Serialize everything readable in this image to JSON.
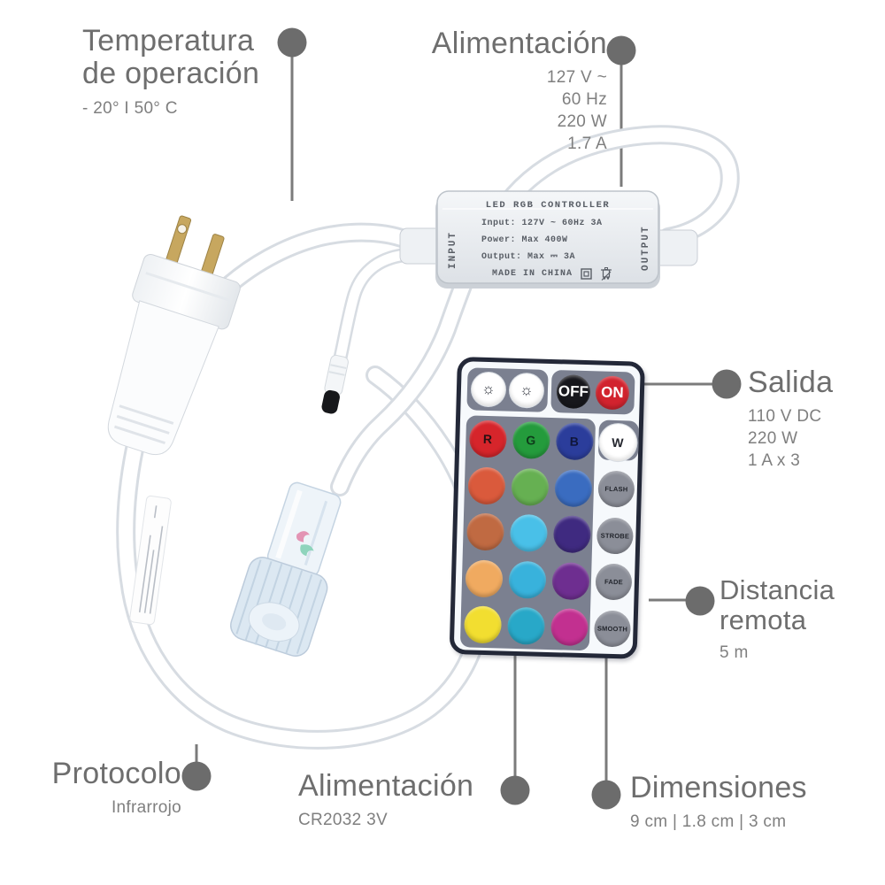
{
  "callouts": {
    "temperatura": {
      "title_line1": "Temperatura",
      "title_line2": "de operación",
      "value": "- 20° I 50° C"
    },
    "alimentacion_entrada": {
      "title": "Alimentación",
      "values": {
        "v": "127 V ~",
        "hz": "60 Hz",
        "w": "220 W",
        "a": "1.7 A"
      }
    },
    "salida": {
      "title": "Salida",
      "values": {
        "v": "110 V DC",
        "w": "220 W",
        "a": "1 A x 3"
      }
    },
    "distancia_remota": {
      "title_line1": "Distancia",
      "title_line2": "remota",
      "value": "5 m"
    },
    "protocolo": {
      "title": "Protocolo",
      "value": "Infrarrojo"
    },
    "alimentacion_control": {
      "title": "Alimentación",
      "value": "CR2032 3V"
    },
    "dimensiones": {
      "title": "Dimensiones",
      "value": "9 cm | 1.8 cm | 3 cm"
    }
  },
  "controller": {
    "title": "LED RGB CONTROLLER",
    "line_input": "Input: 127V ~ 60Hz 3A",
    "line_power": "Power: Max 400W",
    "line_output": "Output: Max ⎓ 3A",
    "made_in": "MADE IN CHINA",
    "label_input": "INPUT",
    "label_output": "OUTPUT"
  },
  "remote": {
    "top_buttons": [
      {
        "name": "brightness-up-button",
        "icon": "brightness-up-icon",
        "label": "☼",
        "bg": "#ffffff",
        "fg": "#2a2e38"
      },
      {
        "name": "brightness-down-button",
        "icon": "brightness-down-icon",
        "label": "☼",
        "bg": "#ffffff",
        "fg": "#2a2e38"
      },
      {
        "name": "off-button",
        "label": "OFF",
        "bg": "#17171c",
        "fg": "#ffffff"
      },
      {
        "name": "on-button",
        "label": "ON",
        "bg": "#d2232e",
        "fg": "#ffffff"
      }
    ],
    "grid": [
      [
        {
          "name": "r-button",
          "label": "R",
          "bg": "#d6252b",
          "fg": "#2a1013"
        },
        {
          "name": "g-button",
          "label": "G",
          "bg": "#249b3c",
          "fg": "#0e3a1a"
        },
        {
          "name": "b-button",
          "label": "B",
          "bg": "#2b3d9b",
          "fg": "#10163a"
        },
        {
          "name": "w-button",
          "label": "W",
          "bg": "#ffffff",
          "fg": "#24262e"
        }
      ],
      [
        {
          "name": "red-orange-button",
          "label": "",
          "bg": "#da5a3c"
        },
        {
          "name": "light-green-button",
          "label": "",
          "bg": "#66b052"
        },
        {
          "name": "medium-blue-button",
          "label": "",
          "bg": "#3a6cc0"
        },
        {
          "name": "flash-button",
          "label": "FLASH",
          "bg": "#8b8e98",
          "fg": "#22252c",
          "mode": true
        }
      ],
      [
        {
          "name": "dark-orange-button",
          "label": "",
          "bg": "#c06a42"
        },
        {
          "name": "sky-blue-button",
          "label": "",
          "bg": "#49c0e8"
        },
        {
          "name": "indigo-button",
          "label": "",
          "bg": "#3f2a80"
        },
        {
          "name": "strobe-button",
          "label": "STROBE",
          "bg": "#8b8e98",
          "fg": "#22252c",
          "mode": true
        }
      ],
      [
        {
          "name": "light-orange-button",
          "label": "",
          "bg": "#f0aa60"
        },
        {
          "name": "cyan-button",
          "label": "",
          "bg": "#38b2dc"
        },
        {
          "name": "purple-button",
          "label": "",
          "bg": "#6e2e90"
        },
        {
          "name": "fade-button",
          "label": "FADE",
          "bg": "#8b8e98",
          "fg": "#22252c",
          "mode": true
        }
      ],
      [
        {
          "name": "yellow-button",
          "label": "",
          "bg": "#f2de30"
        },
        {
          "name": "teal-button",
          "label": "",
          "bg": "#28a8c8"
        },
        {
          "name": "magenta-button",
          "label": "",
          "bg": "#c23090"
        },
        {
          "name": "smooth-button",
          "label": "SMOOTH",
          "bg": "#8b8e98",
          "fg": "#22252c",
          "mode": true
        }
      ]
    ]
  },
  "colors": {
    "callout_text": "#6e6e6e",
    "callout_line": "#7b7b7b",
    "callout_dot": "#6c6c6c",
    "remote_body_border": "#232838",
    "remote_pad": "#7b8090",
    "cable_white": "#ffffff",
    "cable_edge": "#d7dce2",
    "prong_brass": "#c7a75f"
  }
}
